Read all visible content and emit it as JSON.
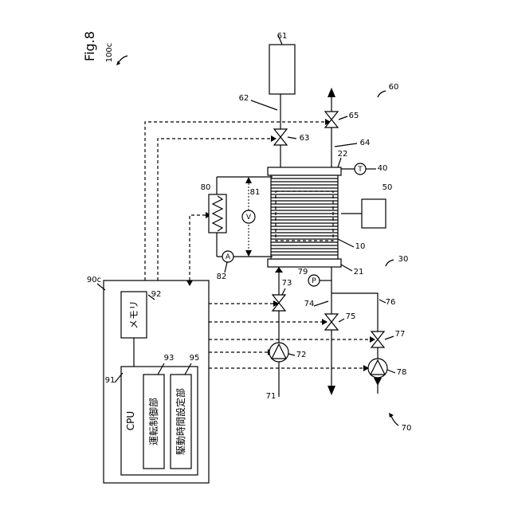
{
  "figure": {
    "title": "Fig.8",
    "system_ref": "100c"
  },
  "controller": {
    "ref": "90c",
    "cpu_ref": "91",
    "cpu_label": "CPU",
    "memory_ref": "92",
    "memory_label": "メモリ",
    "operation_control_ref": "93",
    "operation_control_label": "運転制御部",
    "drive_time_ref": "95",
    "drive_time_label": "駆動時間設定部"
  },
  "refs": {
    "stack": "10",
    "end_plate_left": "21",
    "end_plate_right": "22",
    "air_system": "30",
    "temp_sensor": "40",
    "cooling": "50",
    "hydrogen_system": "60",
    "hydrogen_tank": "61",
    "hydrogen_supply_pipe": "62",
    "hydrogen_valve": "63",
    "hydrogen_exhaust_pipe": "64",
    "hydrogen_exhaust_valve": "65",
    "air_circuit": "70",
    "air_supply_pipe": "71",
    "air_compressor": "72",
    "air_inlet_valve": "73",
    "air_exhaust_pipe": "74",
    "pressure_valve": "75",
    "bypass_pipe": "76",
    "bypass_valve": "77",
    "pump": "78",
    "pressure_sensor": "79",
    "load": "80",
    "voltmeter": "81",
    "ammeter": "82"
  },
  "symbols": {
    "voltmeter": "V",
    "ammeter": "A",
    "thermometer": "T",
    "pressure": "P"
  }
}
